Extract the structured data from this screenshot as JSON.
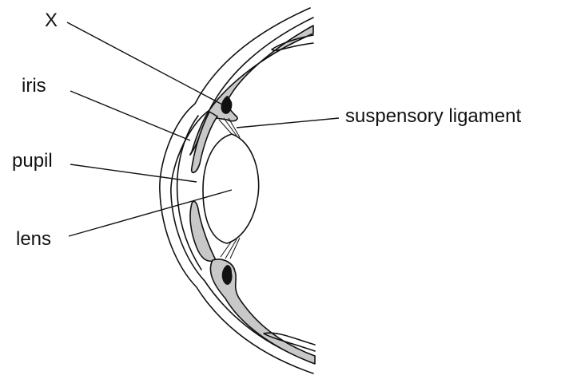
{
  "labels": {
    "x": "X",
    "iris": "iris",
    "pupil": "pupil",
    "lens": "lens",
    "suspensory_ligament": "suspensory ligament"
  },
  "colors": {
    "line": "#111111",
    "tissue_fill": "#c8c8c8",
    "dark_structure": "#111111",
    "background": "#ffffff"
  }
}
